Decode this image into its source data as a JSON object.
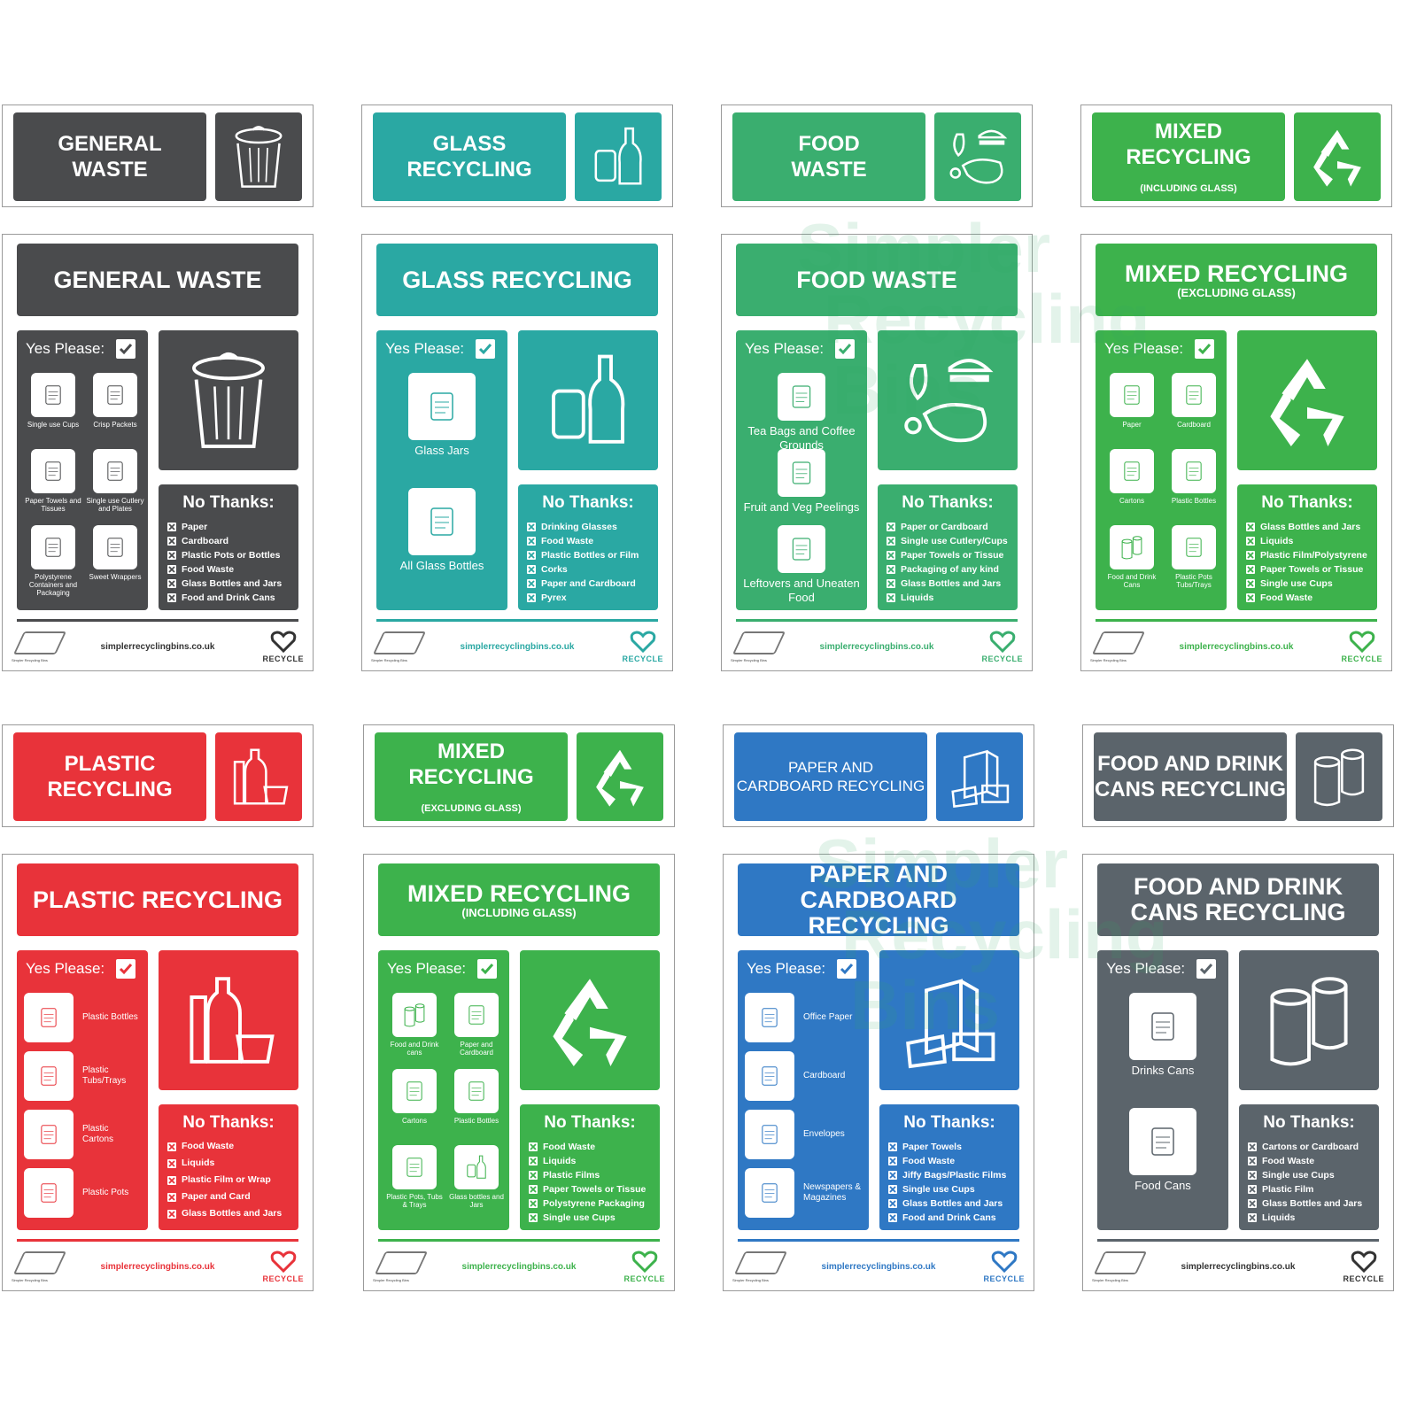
{
  "footer_url": "simplerrecyclingbins.co.uk",
  "footer_brand": "Simpler Recycling Bins",
  "footer_recycle": "RECYCLE",
  "yes_label": "Yes Please:",
  "no_label": "No Thanks:",
  "watermark": [
    "Simpler",
    "Recycling",
    "Bins"
  ],
  "units": [
    {
      "color": "#4a4b4d",
      "strip": {
        "line1": "GENERAL",
        "line2": "WASTE",
        "icon": "bin-icon"
      },
      "header": {
        "title": "GENERAL WASTE",
        "sub": ""
      },
      "big_icon": "bin-icon",
      "yes_items": [
        {
          "label": "Single use Cups",
          "icon": "cup-icon"
        },
        {
          "label": "Crisp Packets",
          "icon": "crisp-packet-icon"
        },
        {
          "label": "Paper Towels and Tissues",
          "icon": "tissue-icon"
        },
        {
          "label": "Single use Cutlery and Plates",
          "icon": "cutlery-icon"
        },
        {
          "label": "Polystyrene Containers and Packaging",
          "icon": "container-icon"
        },
        {
          "label": "Sweet Wrappers",
          "icon": "sweet-icon"
        }
      ],
      "no_items": [
        "Paper",
        "Cardboard",
        "Plastic Pots or Bottles",
        "Food Waste",
        "Glass Bottles and Jars",
        "Food and Drink Cans"
      ]
    },
    {
      "color": "#2aa8a3",
      "strip": {
        "line1": "GLASS",
        "line2": "RECYCLING",
        "icon": "glass-bottles-icon"
      },
      "header": {
        "title": "GLASS RECYCLING",
        "sub": ""
      },
      "big_icon": "glass-bottles-icon",
      "yes_items": [
        {
          "label": "Glass Jars",
          "icon": "jar-icon"
        },
        {
          "label": "All Glass Bottles",
          "icon": "bottle-icon"
        }
      ],
      "no_items": [
        "Drinking Glasses",
        "Food Waste",
        "Plastic Bottles or Film",
        "Corks",
        "Paper and Cardboard",
        "Pyrex"
      ]
    },
    {
      "color": "#3aae6f",
      "strip": {
        "line1": "FOOD",
        "line2": "WASTE",
        "icon": "food-icon"
      },
      "header": {
        "title": "FOOD WASTE",
        "sub": ""
      },
      "big_icon": "food-icon",
      "yes_items": [
        {
          "label": "Tea Bags and Coffee Grounds",
          "icon": "teabag-icon"
        },
        {
          "label": "Fruit and Veg Peelings",
          "icon": "peelings-icon"
        },
        {
          "label": "Leftovers and Uneaten Food",
          "icon": "leftovers-icon"
        }
      ],
      "no_items": [
        "Paper or Cardboard",
        "Single use Cutlery/Cups",
        "Paper Towels or Tissue",
        "Packaging of any kind",
        "Glass Bottles and Jars",
        "Liquids"
      ]
    },
    {
      "color": "#3db24c",
      "strip": {
        "line1": "MIXED RECYCLING",
        "line2": "(INCLUDING GLASS)",
        "icon": "recycle-icon"
      },
      "header": {
        "title": "MIXED RECYCLING",
        "sub": "(EXCLUDING GLASS)"
      },
      "big_icon": "recycle-icon",
      "yes_items": [
        {
          "label": "Paper",
          "icon": "paper-icon"
        },
        {
          "label": "Cardboard",
          "icon": "box-icon"
        },
        {
          "label": "Cartons",
          "icon": "carton-icon"
        },
        {
          "label": "Plastic Bottles",
          "icon": "plastic-bottle-icon"
        },
        {
          "label": "Food and Drink Cans",
          "icon": "cans-icon"
        },
        {
          "label": "Plastic Pots Tubs/Trays",
          "icon": "tub-icon"
        }
      ],
      "no_items": [
        "Glass Bottles and Jars",
        "Liquids",
        "Plastic Film/Polystyrene",
        "Paper Towels or Tissue",
        "Single use Cups",
        "Food Waste"
      ]
    },
    {
      "color": "#e8333a",
      "strip": {
        "line1": "PLASTIC",
        "line2": "RECYCLING",
        "icon": "plastics-icon"
      },
      "header": {
        "title": "PLASTIC RECYCLING",
        "sub": ""
      },
      "big_icon": "plastics-icon",
      "yes_items": [
        {
          "label": "Plastic Bottles",
          "icon": "plastic-bottle-icon"
        },
        {
          "label": "Plastic Tubs/Trays",
          "icon": "tub-icon"
        },
        {
          "label": "Plastic Cartons",
          "icon": "jug-icon"
        },
        {
          "label": "Plastic Pots",
          "icon": "pot-icon"
        }
      ],
      "no_items": [
        "Food Waste",
        "Liquids",
        "Plastic Film or Wrap",
        "Paper and Card",
        "Glass Bottles and Jars"
      ]
    },
    {
      "color": "#3db24c",
      "strip": {
        "line1": "MIXED RECYCLING",
        "line2": "(EXCLUDING GLASS)",
        "icon": "recycle-icon"
      },
      "header": {
        "title": "MIXED RECYCLING",
        "sub": "(INCLUDING GLASS)"
      },
      "big_icon": "recycle-icon",
      "yes_items": [
        {
          "label": "Food and Drink cans",
          "icon": "cans-icon"
        },
        {
          "label": "Paper and Cardboard",
          "icon": "paper-icon"
        },
        {
          "label": "Cartons",
          "icon": "carton-icon"
        },
        {
          "label": "Plastic Bottles",
          "icon": "plastic-bottle-icon"
        },
        {
          "label": "Plastic Pots, Tubs & Trays",
          "icon": "tub-icon"
        },
        {
          "label": "Glass bottles and Jars",
          "icon": "glass-bottles-icon"
        }
      ],
      "no_items": [
        "Food Waste",
        "Liquids",
        "Plastic Films",
        "Paper Towels or Tissue",
        "Polystyrene Packaging",
        "Single use Cups"
      ]
    },
    {
      "color": "#2f78c4",
      "strip": {
        "line1": "PAPER AND",
        "line2": "CARDBOARD RECYCLING",
        "icon": "paper-box-icon"
      },
      "header": {
        "title": "PAPER AND",
        "sub": "CARDBOARD RECYCLING"
      },
      "big_icon": "paper-box-icon",
      "yes_items": [
        {
          "label": "Office Paper",
          "icon": "paper-icon"
        },
        {
          "label": "Cardboard",
          "icon": "box-icon"
        },
        {
          "label": "Envelopes",
          "icon": "envelope-icon"
        },
        {
          "label": "Newspapers & Magazines",
          "icon": "newspaper-icon"
        }
      ],
      "no_items": [
        "Paper Towels",
        "Food Waste",
        "Jiffy Bags/Plastic Films",
        "Single use Cups",
        "Glass Bottles and Jars",
        "Food and Drink Cans"
      ]
    },
    {
      "color": "#5b646b",
      "strip": {
        "line1": "FOOD AND DRINK",
        "line2": "CANS RECYCLING",
        "icon": "cans-icon"
      },
      "header": {
        "title": "FOOD AND DRINK",
        "sub": "CANS RECYCLING"
      },
      "big_icon": "cans-icon",
      "yes_items": [
        {
          "label": "Drinks Cans",
          "icon": "drink-can-icon"
        },
        {
          "label": "Food Cans",
          "icon": "food-can-icon"
        }
      ],
      "no_items": [
        "Cartons or Cardboard",
        "Food Waste",
        "Single use Cups",
        "Plastic Film",
        "Glass Bottles and Jars",
        "Liquids"
      ]
    }
  ]
}
